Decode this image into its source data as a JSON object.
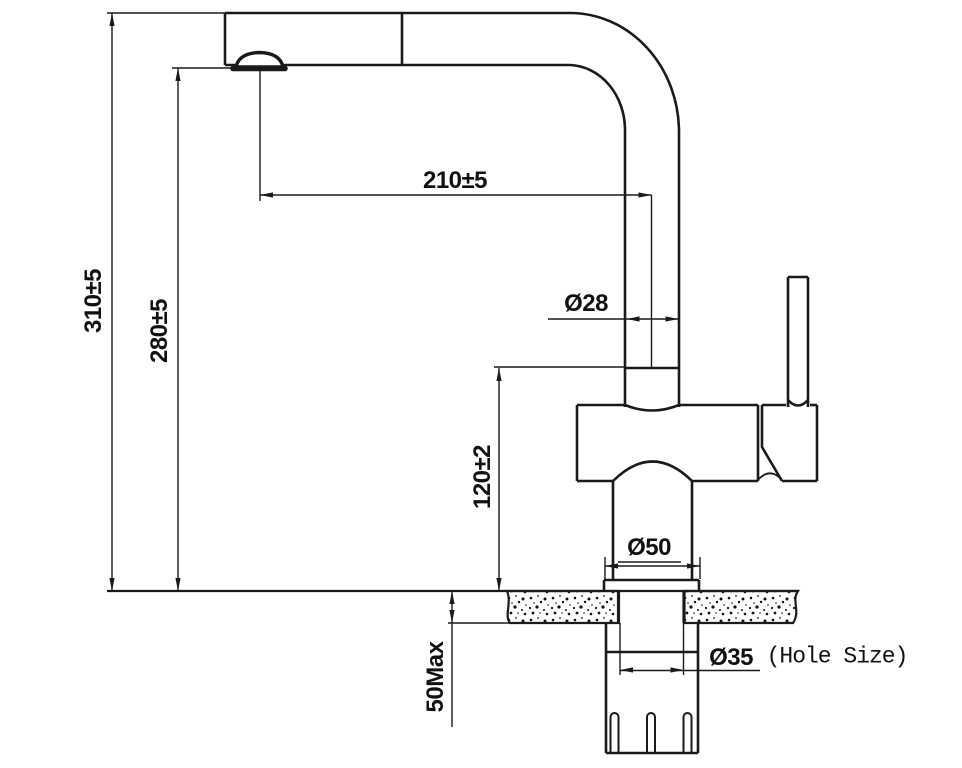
{
  "drawing": {
    "type": "faucet-installation-dimension-drawing",
    "background_color": "#ffffff",
    "line_color": "#1a1a1a",
    "labels": {
      "overall_height": "310±5",
      "spout_height": "280±5",
      "spout_reach": "210±5",
      "pipe_diameter": "Ø28",
      "body_height": "120±2",
      "base_diameter": "Ø50",
      "hole_diameter": "Ø35",
      "hole_note": "(Hole Size)",
      "counter_thickness_max": "50Max"
    }
  }
}
